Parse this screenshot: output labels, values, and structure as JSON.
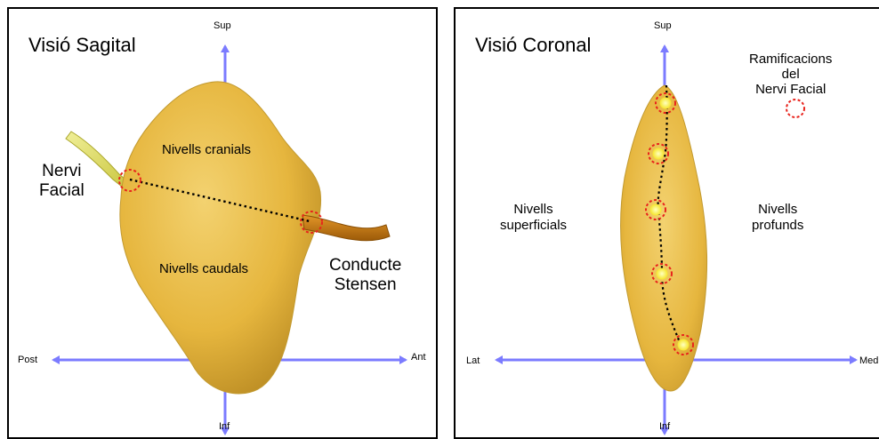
{
  "left_panel": {
    "title": "Visió Sagital",
    "axis": {
      "up": "Sup",
      "down": "Inf",
      "left": "Post",
      "right": "Ant"
    },
    "regions": {
      "upper": "Nivells cranials",
      "lower": "Nivells caudals"
    },
    "nerve_label": [
      "Nervi",
      "Facial"
    ],
    "duct_label": [
      "Conducte",
      "Stensen"
    ]
  },
  "right_panel": {
    "title": "Visió Coronal",
    "axis": {
      "up": "Sup",
      "down": "Inf",
      "left": "Lat",
      "right": "Med"
    },
    "regions": {
      "left": [
        "Nivells",
        "superficials"
      ],
      "right": [
        "Nivells",
        "profunds"
      ]
    },
    "legend": [
      "Ramificacions",
      "del",
      "Nervi Facial"
    ]
  },
  "colors": {
    "gland": "#e8b940",
    "gland_shadow": "#b08420",
    "axis": "#7b7bff",
    "nerve": "#e2e06a",
    "duct": "#c97a10",
    "marker": "#e8231c",
    "point": "#fff23a"
  }
}
